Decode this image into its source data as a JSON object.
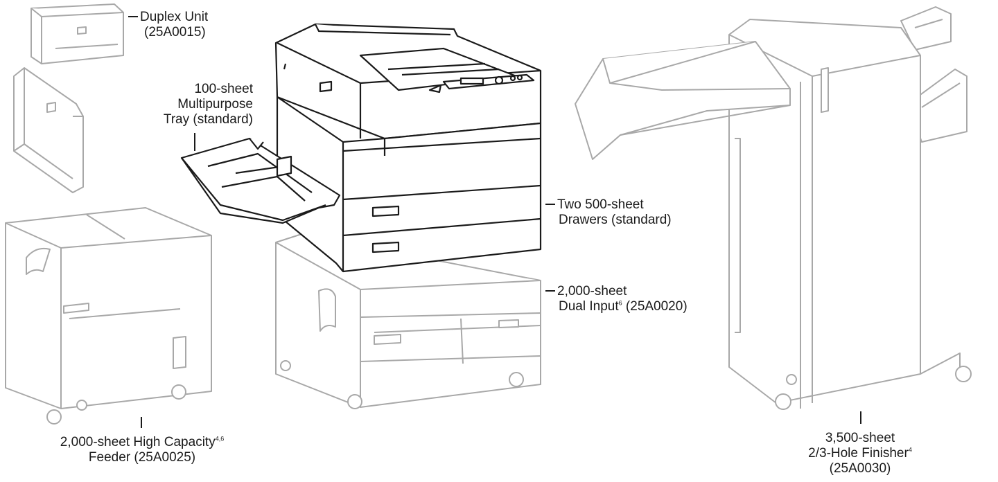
{
  "labels": {
    "duplex": {
      "line1": "Duplex Unit",
      "line2": "(25A0015)"
    },
    "mp_tray": {
      "line1": "100-sheet",
      "line2": "Multipurpose",
      "line3": "Tray (standard)"
    },
    "drawers": {
      "line1": "Two 500-sheet",
      "line2": "Drawers (standard)"
    },
    "dual_input": {
      "line1": "2,000-sheet",
      "line2a": "Dual Input",
      "line2_sup": "6",
      "line2b": " (25A0020)"
    },
    "hcf": {
      "line1a": "2,000-sheet High Capacity",
      "line1_sup": "4,6",
      "line2": "Feeder (25A0025)"
    },
    "finisher": {
      "line1": "3,500-sheet",
      "line2a": "2/3-Hole Finisher",
      "line2_sup": "4",
      "line3": "(25A0030)"
    }
  },
  "colors": {
    "primary_line": "#1a1a1a",
    "option_line": "#a8a8a8"
  }
}
